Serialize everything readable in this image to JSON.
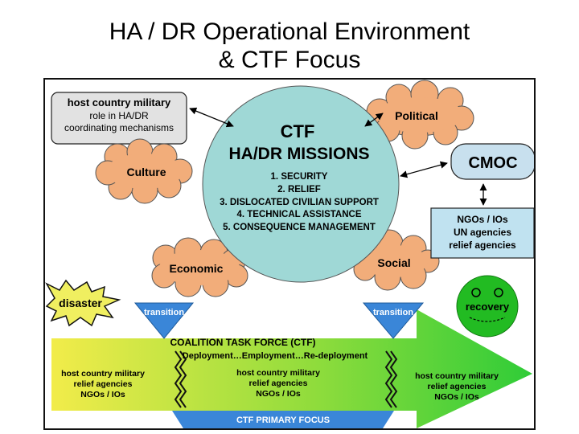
{
  "title": {
    "line1": "HA / DR Operational Environment",
    "line2": "& CTF Focus"
  },
  "host_box": {
    "line1": "host country military",
    "line2": "role in HA/DR",
    "line3": "coordinating mechanisms"
  },
  "clouds": {
    "political": "Political",
    "culture": "Culture",
    "economic": "Economic",
    "social": "Social"
  },
  "ctf_circle": {
    "heading1": "CTF",
    "heading2": "HA/DR MISSIONS",
    "missions": [
      "1. SECURITY",
      "2. RELIEF",
      "3. DISLOCATED CIVILIAN SUPPORT",
      "4. TECHNICAL ASSISTANCE",
      "5. CONSEQUENCE MANAGEMENT"
    ]
  },
  "cmoc": "CMOC",
  "ngo_box": {
    "line1": "NGOs / IOs",
    "line2": "UN agencies",
    "line3": "relief agencies"
  },
  "disaster": "disaster",
  "recovery": "recovery",
  "transitions": [
    "transition",
    "transition"
  ],
  "arrow": {
    "heading": "COALITION TASK FORCE (CTF)",
    "subheading": "Deployment…Employment…Re-deployment",
    "left": [
      "host country military",
      "relief agencies",
      "NGOs /  IOs"
    ],
    "middle": [
      "host country military",
      "relief agencies",
      "NGOs / IOs"
    ],
    "right": [
      "host country military",
      "relief agencies",
      "NGOs / IOs"
    ],
    "primary_focus": "CTF PRIMARY FOCUS"
  },
  "colors": {
    "cloud": "#f2ad7a",
    "circle": "#9fd8d6",
    "cmoc_fill": "#c8e0ee",
    "ngo_fill": "#c0e2f0",
    "transition_fill": "#3a86d8",
    "burst": "#f0ef60",
    "recovery": "#22bb22",
    "arrow_start": "#f2ec4a",
    "arrow_end": "#2fcc38",
    "primary_focus": "#3a86d8"
  }
}
